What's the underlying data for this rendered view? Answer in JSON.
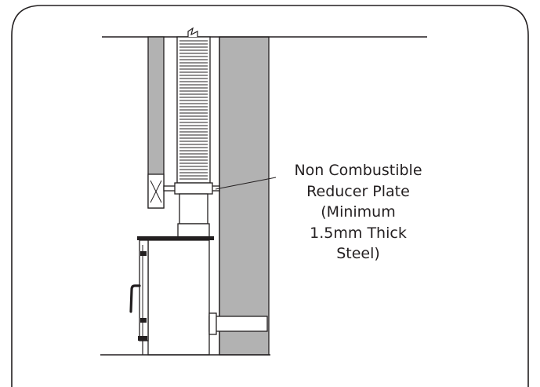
{
  "diagram": {
    "callout_lines": [
      "Non Combustible",
      "Reducer Plate",
      "(Minimum",
      "1.5mm Thick",
      "Steel)"
    ]
  }
}
